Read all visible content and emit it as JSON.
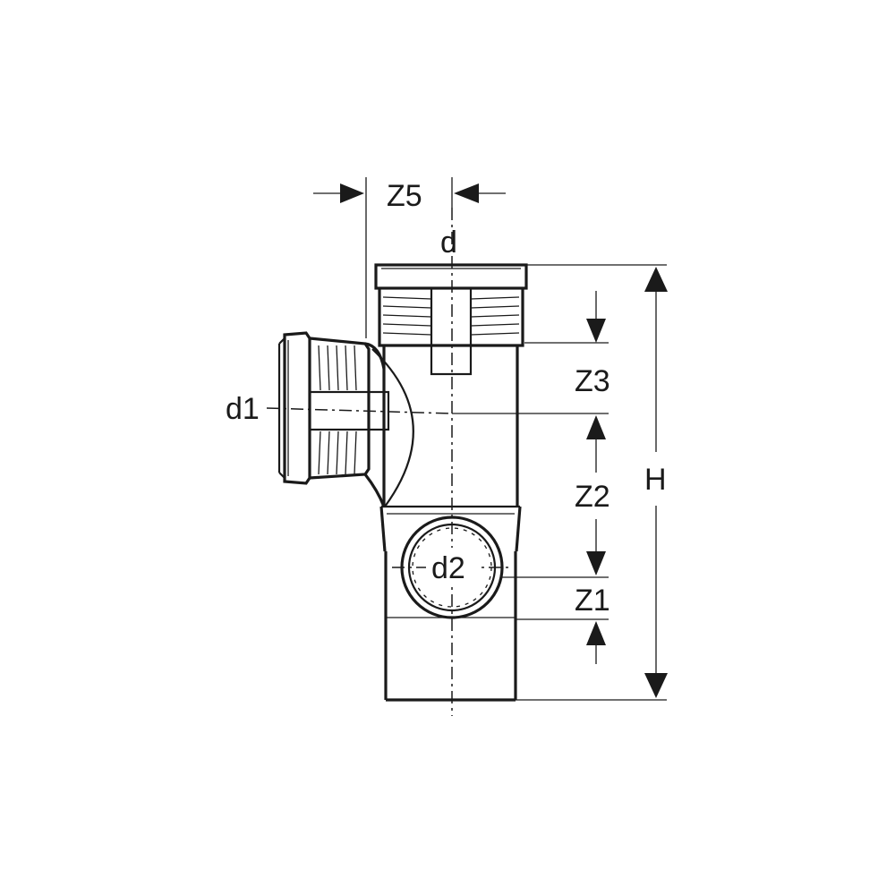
{
  "diagram": {
    "labels": {
      "z5": "Z5",
      "d": "d",
      "d1": "d1",
      "d2": "d2",
      "z3": "Z3",
      "z2": "Z2",
      "z1": "Z1",
      "h": "H"
    },
    "line_color": "#1a1a1a",
    "background": "#ffffff"
  }
}
